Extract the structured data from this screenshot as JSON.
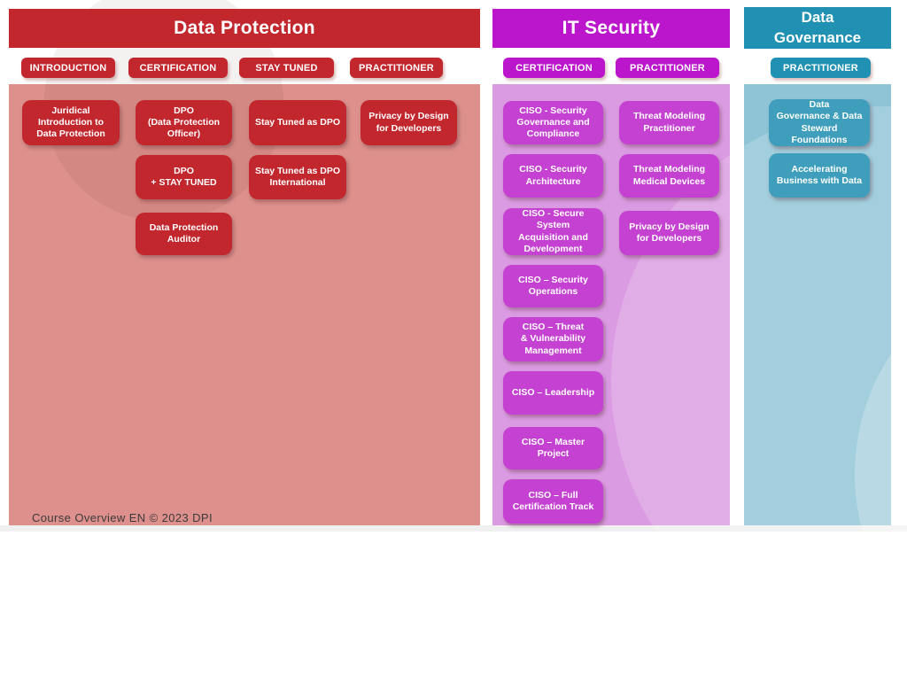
{
  "palette": {
    "dp_accent": "#C1272D",
    "dp_panel": "#DD908C",
    "it_accent": "#BB16CB",
    "it_panel": "#DB9BE2",
    "it_card": "#C441D1",
    "dg_accent": "#2191B3",
    "dg_panel": "#8EC4D6",
    "dg_card": "#3E9EBB",
    "page_bg": "#FFFFFF",
    "footer_text": "#3B3B3B"
  },
  "footer": {
    "label": "Course Overview EN © 2023 DPI"
  },
  "dp": {
    "title": "Data Protection",
    "tabs": [
      "INTRODUCTION",
      "CERTIFICATION",
      "STAY TUNED",
      "PRACTITIONER"
    ],
    "cards": {
      "juridical": "Juridical\nIntroduction to\nData Protection",
      "dpo": "DPO\n(Data Protection\nOfficer)",
      "stay_tuned": "Stay Tuned as DPO",
      "privacy_design": "Privacy by Design\nfor Developers",
      "dpo_stay_tuned": "DPO\n+ STAY TUNED",
      "stay_tuned_intl": "Stay Tuned as DPO\nInternational",
      "auditor": "Data Protection\nAuditor"
    }
  },
  "it": {
    "title": "IT Security",
    "tabs": [
      "CERTIFICATION",
      "PRACTITIONER"
    ],
    "cards": {
      "governance": "CISO - Security\nGovernance and\nCompliance",
      "threat_modeling": "Threat Modeling\nPractitioner",
      "architecture": "CISO - Security\nArchitecture",
      "threat_medical": "Threat Modeling\nMedical Devices",
      "secure_system": "CISO - Secure\nSystem\nAcquisition and\nDevelopment",
      "privacy_design": "Privacy by Design\nfor Developers",
      "operations": "CISO – Security\nOperations",
      "threat_vuln": "CISO – Threat\n& Vulnerability\nManagement",
      "leadership": "CISO – Leadership",
      "master_project": "CISO – Master\nProject",
      "full_track": "CISO – Full\nCertification Track"
    }
  },
  "dg": {
    "title": "Data\nGovernance",
    "tabs": [
      "PRACTITIONER"
    ],
    "cards": {
      "foundations": "Data\nGovernance & Data\nSteward\nFoundations",
      "accelerating": "Accelerating\nBusiness with Data"
    }
  }
}
